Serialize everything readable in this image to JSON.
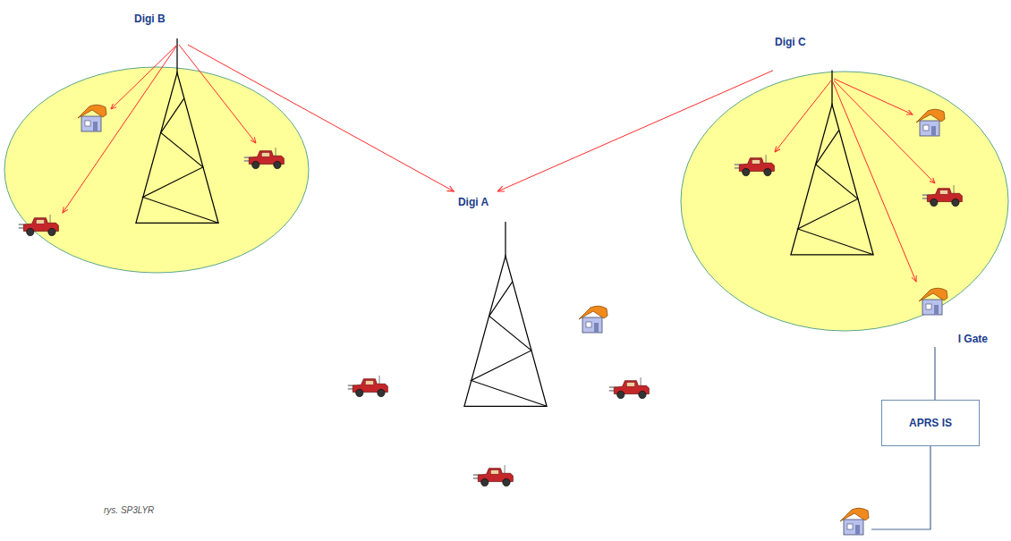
{
  "diagram": {
    "nodes": [
      {
        "text": [
          "Digi B"
        ]
      },
      {
        "text": [
          "Digi A"
        ]
      },
      {
        "text": [
          "Digi C"
        ]
      },
      {
        "text": [
          "I Gate"
        ]
      },
      {
        "text": [
          "APRS IS"
        ]
      }
    ],
    "edges": [
      {
        "from": 0,
        "to": 1,
        "arrow": "to"
      },
      {
        "from": 2,
        "to": 1,
        "arrow": "to"
      },
      {
        "from": 3,
        "to": 4,
        "arrow": "none"
      }
    ],
    "labels": [
      "rys. SP3LYR"
    ]
  }
}
